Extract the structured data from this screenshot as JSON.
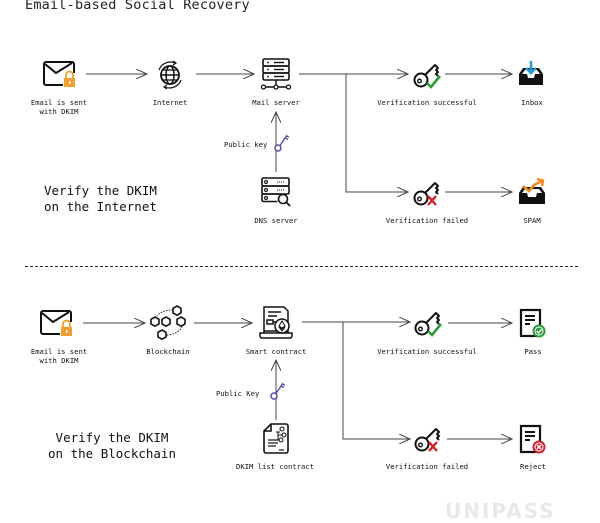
{
  "title": "Email-based Social Recovery",
  "colors": {
    "line": "#444444",
    "lock": "#f0a030",
    "key_purple": "#5a4ea0",
    "success": "#2a9a3a",
    "fail": "#d32030",
    "inbox_arrow": "#2b9ad6",
    "spam_arrow": "#f08a20"
  },
  "sections": [
    {
      "heading": [
        "Verify the DKIM",
        "on the Internet"
      ],
      "nodes": {
        "source": {
          "label": [
            "Email is sent",
            "with DKIM"
          ],
          "icon": "email-lock-icon"
        },
        "relay": {
          "label": [
            "Internet"
          ],
          "icon": "globe-icon"
        },
        "verifier": {
          "label": [
            "Mail server"
          ],
          "icon": "mail-server-icon"
        },
        "key_source": {
          "label": [
            "DNS server"
          ],
          "icon": "dns-server-icon"
        },
        "success": {
          "label": [
            "Verification successful"
          ],
          "icon": "key-check-icon"
        },
        "failed": {
          "label": [
            "Verification failed"
          ],
          "icon": "key-cross-icon"
        },
        "ok_result": {
          "label": [
            "Inbox"
          ],
          "icon": "inbox-icon"
        },
        "bad_result": {
          "label": [
            "SPAM"
          ],
          "icon": "spam-tray-icon"
        }
      },
      "key_label": "Public key"
    },
    {
      "heading": [
        "Verify the DKIM",
        "on the Blockchain"
      ],
      "nodes": {
        "source": {
          "label": [
            "Email is sent",
            "with DKIM"
          ],
          "icon": "email-lock-icon"
        },
        "relay": {
          "label": [
            "Blockchain"
          ],
          "icon": "blockchain-icon"
        },
        "verifier": {
          "label": [
            "Smart contract"
          ],
          "icon": "smart-contract-icon"
        },
        "key_source": {
          "label": [
            "DKIM list contract"
          ],
          "icon": "contract-document-icon"
        },
        "success": {
          "label": [
            "Verification successful"
          ],
          "icon": "key-check-icon"
        },
        "failed": {
          "label": [
            "Verification failed"
          ],
          "icon": "key-cross-icon"
        },
        "ok_result": {
          "label": [
            "Pass"
          ],
          "icon": "document-check-icon"
        },
        "bad_result": {
          "label": [
            "Reject"
          ],
          "icon": "document-reject-icon"
        }
      },
      "key_label": "Public Key"
    }
  ],
  "watermark": "UNIPASS"
}
